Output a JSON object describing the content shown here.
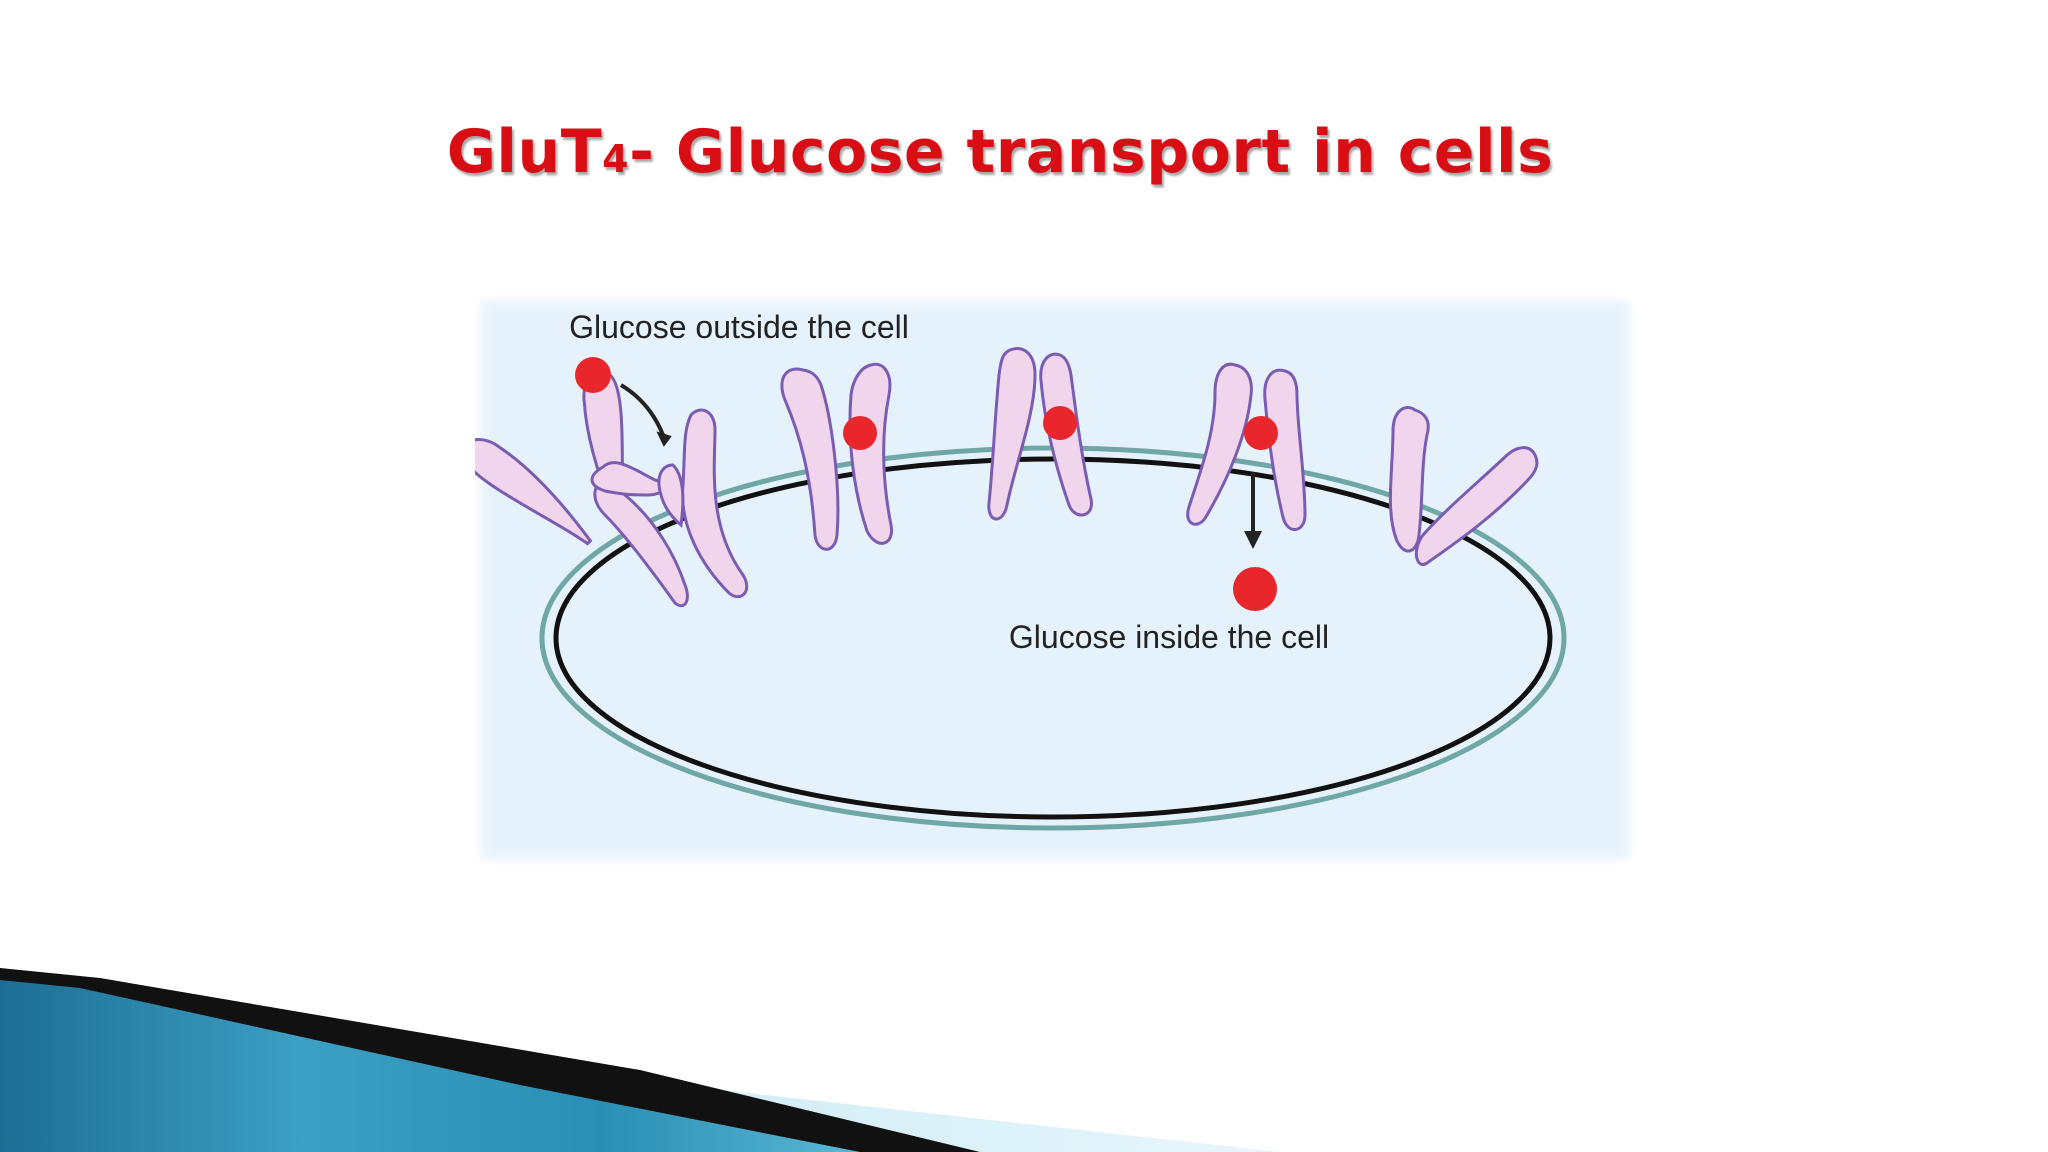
{
  "title": {
    "main_before": "GluT",
    "sub": "4",
    "main_after": "- Glucose transport in cells"
  },
  "diagram": {
    "label_outside": "Glucose outside the cell",
    "label_inside": "Glucose inside the cell",
    "colors": {
      "background": "#e6f2fb",
      "transporter_fill": "#f1d5ec",
      "transporter_outline": "#7a5cb0",
      "glucose": "#e8262b",
      "membrane": "#111111",
      "membrane_outer": "#6fa7a6"
    }
  },
  "decoration": {
    "colors": {
      "swoosh_blue": "#2a8fb4",
      "swoosh_light": "#9fd8ea",
      "swoosh_dark": "#111111"
    }
  }
}
